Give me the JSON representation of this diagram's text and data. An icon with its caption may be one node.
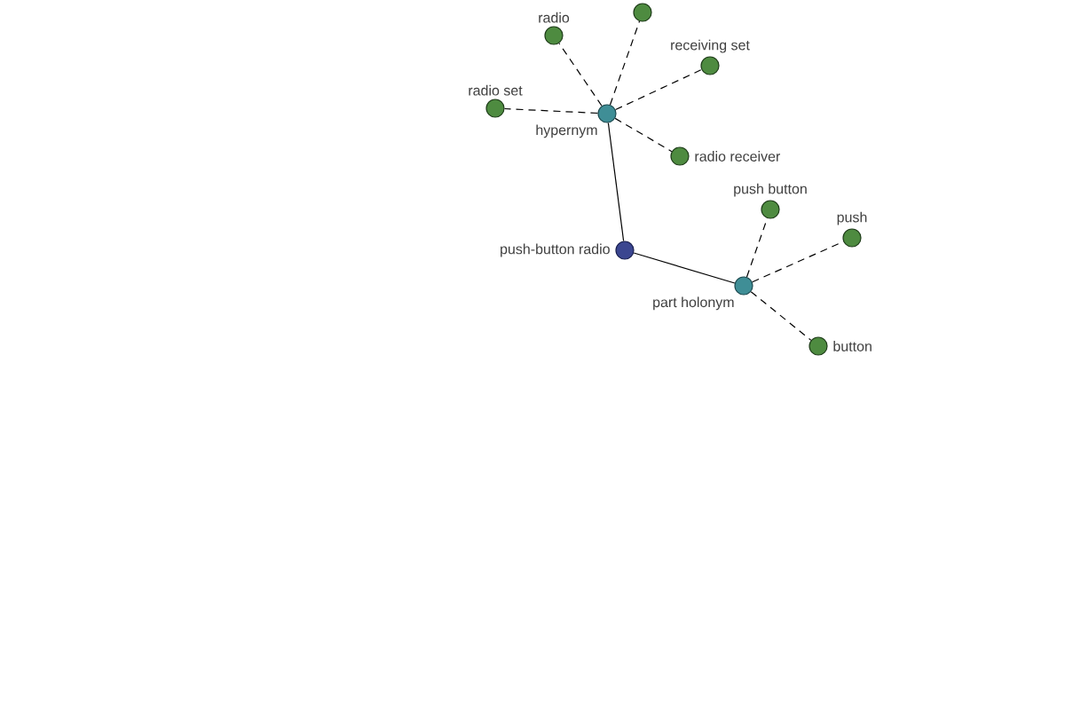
{
  "diagram": {
    "nodes": [
      {
        "text": [],
        "shape": "circle"
      },
      {
        "text": [
          "radio"
        ]
      },
      {
        "text": [
          "receiving set"
        ]
      },
      {
        "text": [
          "radio set"
        ]
      },
      {
        "text": [
          "hypernym"
        ]
      },
      {
        "text": [
          "radio receiver"
        ]
      },
      {
        "text": [
          "push button"
        ]
      },
      {
        "text": [
          "push"
        ]
      },
      {
        "text": [
          "push-button radio"
        ]
      },
      {
        "text": [
          "part holonym"
        ]
      },
      {
        "text": [
          "button"
        ]
      }
    ],
    "edges": [
      {
        "from": 8,
        "to": 4,
        "arrow": "none"
      },
      {
        "from": 8,
        "to": 9,
        "arrow": "none"
      },
      {
        "from": 4,
        "to": 1,
        "arrow": "none",
        "style": "dashed"
      },
      {
        "from": 4,
        "to": 0,
        "arrow": "none",
        "style": "dashed"
      },
      {
        "from": 4,
        "to": 2,
        "arrow": "none",
        "style": "dashed"
      },
      {
        "from": 4,
        "to": 3,
        "arrow": "none",
        "style": "dashed"
      },
      {
        "from": 4,
        "to": 5,
        "arrow": "none",
        "style": "dashed"
      },
      {
        "from": 9,
        "to": 6,
        "arrow": "none",
        "style": "dashed"
      },
      {
        "from": 9,
        "to": 7,
        "arrow": "none",
        "style": "dashed"
      },
      {
        "from": 9,
        "to": 10,
        "arrow": "none",
        "style": "dashed"
      }
    ]
  }
}
